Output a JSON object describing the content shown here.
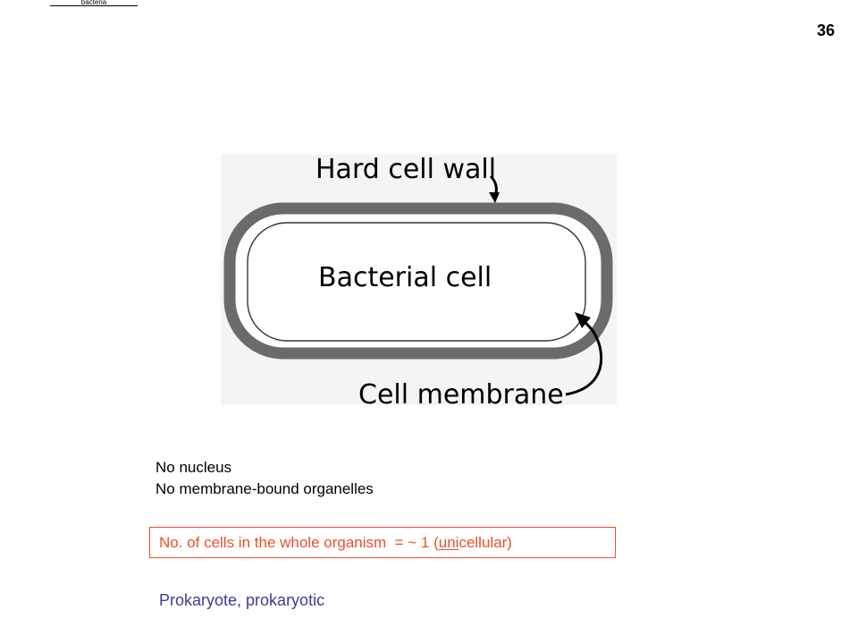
{
  "header": {
    "top_label": "bacteria",
    "page_number": "36"
  },
  "diagram": {
    "wall_label": "Hard cell wall",
    "cell_label": "Bacterial cell",
    "membrane_label": "Cell membrane",
    "wall_color": "#6b6b6b",
    "background_color": "#f4f4f4"
  },
  "facts": [
    "No nucleus",
    "No membrane-bound organelles"
  ],
  "cell_count": {
    "prefix": "No. of cells in the whole organism  = ~ 1 (",
    "emphasis": "uni",
    "suffix": "cellular)",
    "color": "#e8502a"
  },
  "classification": {
    "label": "Prokaryote, prokaryotic",
    "color": "#3c3c96"
  }
}
